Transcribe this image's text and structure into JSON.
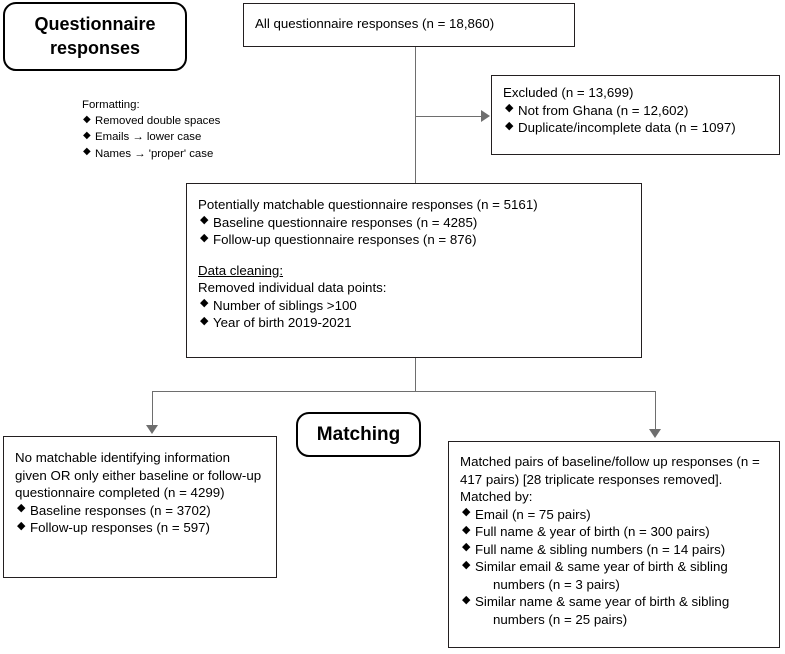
{
  "figure": {
    "type": "flowchart",
    "title": "Questionnaire responses matching flow diagram"
  },
  "stage_labels": {
    "questionnaire_responses_line1": "Questionnaire",
    "questionnaire_responses_line2": "responses",
    "matching": "Matching"
  },
  "nodes": {
    "all_responses": {
      "header": "All questionnaire responses (n = 18,860)"
    },
    "excluded": {
      "header": "Excluded (n = 13,699)",
      "bullets": [
        "Not from Ghana (n = 12,602)",
        "Duplicate/incomplete data (n = 1097)"
      ]
    },
    "potentially_matchable": {
      "header": "Potentially matchable questionnaire responses (n = 5161)",
      "bullets": [
        "Baseline questionnaire responses (n = 4285)",
        "Follow-up questionnaire responses (n = 876)"
      ],
      "subheader": "Data cleaning:",
      "subline": "Removed individual data points:",
      "bullets2": [
        "Number of siblings >100",
        "Year of birth 2019-2021"
      ]
    },
    "no_match": {
      "header": "No matchable identifying information given OR only either baseline or follow-up questionnaire completed (n = 4299)",
      "bullets": [
        "Baseline responses (n = 3702)",
        "Follow-up responses (n = 597)"
      ]
    },
    "matched_pairs": {
      "header": "Matched pairs of baseline/follow up responses (n = 417 pairs) [28 triplicate responses removed]. Matched by:",
      "bullets": [
        {
          "main": "Email (n = 75 pairs)",
          "sub": ""
        },
        {
          "main": "Full name & year of birth (n = 300 pairs)",
          "sub": ""
        },
        {
          "main": "Full name & sibling numbers (n = 14 pairs)",
          "sub": ""
        },
        {
          "main": "Similar email & same year of birth & sibling",
          "sub": "numbers (n = 3 pairs)"
        },
        {
          "main": "Similar name & same year of birth & sibling",
          "sub": "numbers (n = 25 pairs)"
        }
      ]
    }
  },
  "annotations": {
    "formatting": {
      "header": "Formatting:",
      "bullets": [
        "Removed double spaces",
        "Emails → lower case",
        "Names → 'proper' case"
      ]
    }
  },
  "colors": {
    "box_border": "#231f20",
    "pill_border": "#000000",
    "connector": "#6e6e6e",
    "background": "#ffffff",
    "text": "#000000"
  }
}
